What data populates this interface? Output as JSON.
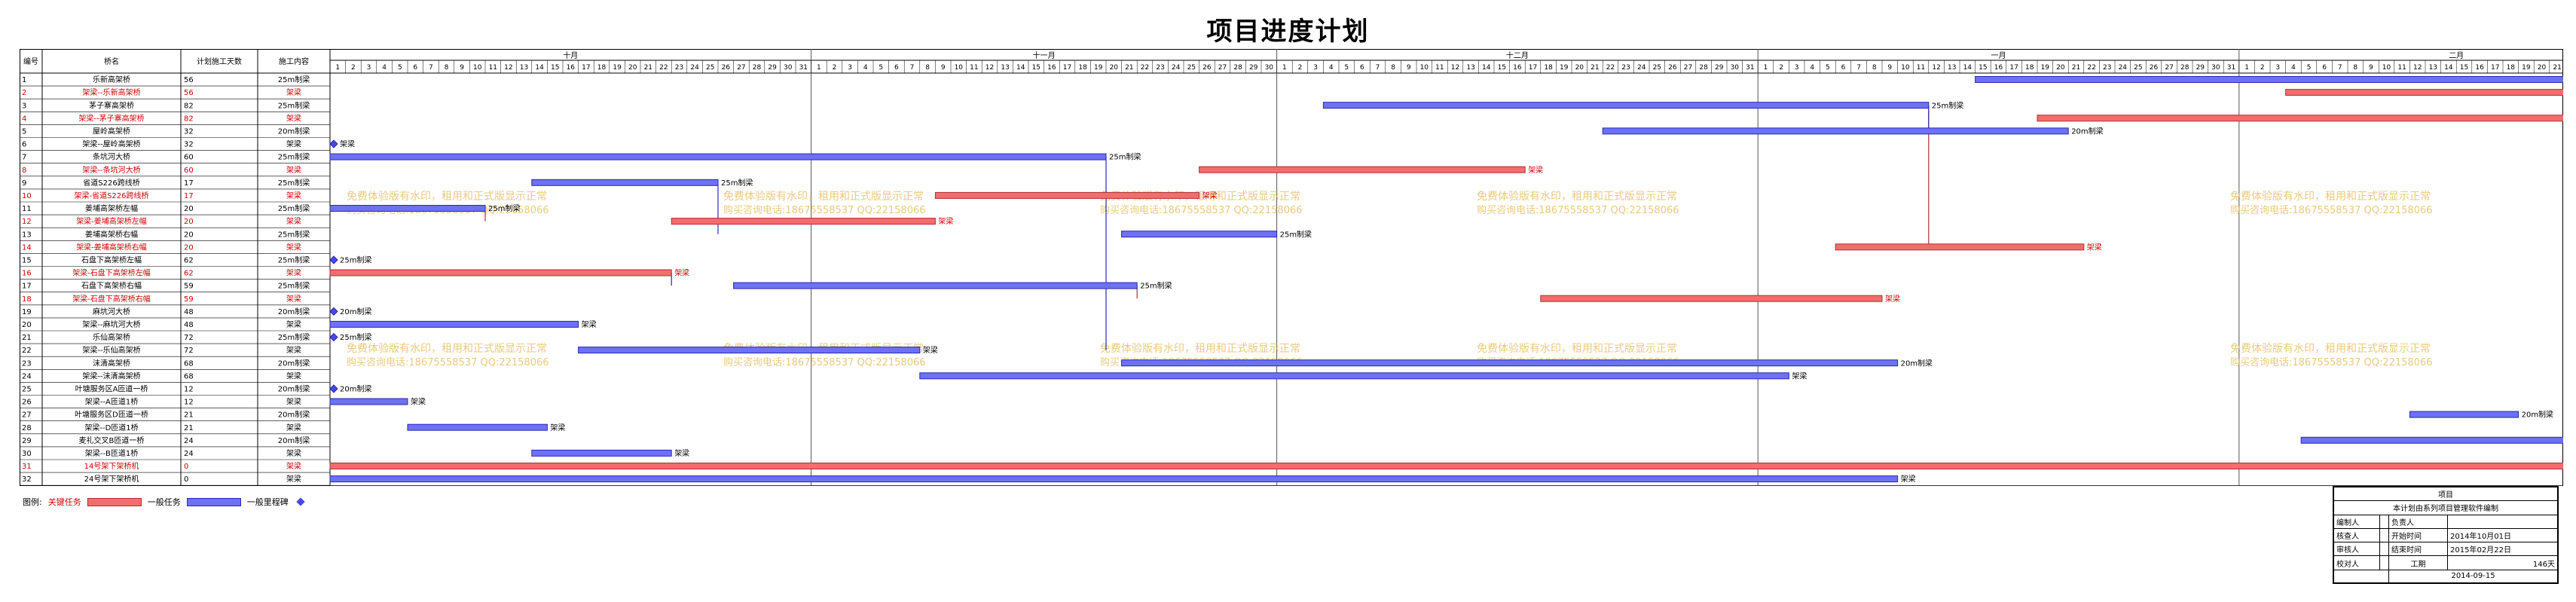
{
  "title": "项目进度计划",
  "headers": {
    "num": "编号",
    "name": "桥名",
    "days": "计划施工天数",
    "content": "施工内容"
  },
  "months": [
    {
      "label": "十月",
      "days": 31
    },
    {
      "label": "十一月",
      "days": 30
    },
    {
      "label": "十二月",
      "days": 31
    },
    {
      "label": "一月",
      "days": 31
    },
    {
      "label": "二月",
      "days": 28
    }
  ],
  "watermark": [
    "免费体验版有水印，租用和正式版显示正常",
    "购买咨询电话:18675558537 QQ:22158066"
  ],
  "tasks": [
    {
      "num": "1",
      "name": "乐新高架桥",
      "days": "56",
      "content": "25m制梁",
      "critical": false,
      "start": 106,
      "end": 161,
      "label": "25m制梁"
    },
    {
      "num": "2",
      "name": "架梁--乐新高架桥",
      "days": "56",
      "content": "架梁",
      "critical": true,
      "start": 126,
      "end": 146,
      "label": "架梁"
    },
    {
      "num": "3",
      "name": "茅子寨高架桥",
      "days": "82",
      "content": "25m制梁",
      "critical": false,
      "start": 64,
      "end": 103,
      "label": "25m制梁"
    },
    {
      "num": "4",
      "name": "架梁--茅子寨高架桥",
      "days": "82",
      "content": "架梁",
      "critical": true,
      "start": 110,
      "end": 144,
      "label": "架梁"
    },
    {
      "num": "5",
      "name": "屋岭高架桥",
      "days": "32",
      "content": "20m制梁",
      "critical": false,
      "start": 82,
      "end": 112,
      "label": "20m制梁"
    },
    {
      "num": "6",
      "name": "架梁--屋岭高架桥",
      "days": "32",
      "content": "架梁",
      "critical": false,
      "start": 0,
      "end": 0,
      "label": "架梁"
    },
    {
      "num": "7",
      "name": "条坑河大桥",
      "days": "60",
      "content": "25m制梁",
      "critical": false,
      "start": 0,
      "end": 50,
      "label": "25m制梁"
    },
    {
      "num": "8",
      "name": "架梁--条坑河大桥",
      "days": "60",
      "content": "架梁",
      "critical": true,
      "start": 56,
      "end": 77,
      "label": "架梁"
    },
    {
      "num": "9",
      "name": "省道S226跨线桥",
      "days": "17",
      "content": "25m制梁",
      "critical": false,
      "start": 13,
      "end": 25,
      "label": "25m制梁"
    },
    {
      "num": "10",
      "name": "架梁-省道S226跨线桥",
      "days": "17",
      "content": "架梁",
      "critical": true,
      "start": 39,
      "end": 56,
      "label": "架梁"
    },
    {
      "num": "11",
      "name": "姜埔高架桥左幅",
      "days": "20",
      "content": "25m制梁",
      "critical": false,
      "start": 0,
      "end": 10,
      "label": "25m制梁"
    },
    {
      "num": "12",
      "name": "架梁-姜埔高架桥左幅",
      "days": "20",
      "content": "架梁",
      "critical": true,
      "start": 22,
      "end": 39,
      "label": "架梁"
    },
    {
      "num": "13",
      "name": "姜埔高架桥右幅",
      "days": "20",
      "content": "25m制梁",
      "critical": false,
      "start": 51,
      "end": 61,
      "label": "25m制梁"
    },
    {
      "num": "14",
      "name": "架梁-姜埔高架桥右幅",
      "days": "20",
      "content": "架梁",
      "critical": true,
      "start": 97,
      "end": 113,
      "label": "架梁"
    },
    {
      "num": "15",
      "name": "石盘下高架桥左幅",
      "days": "62",
      "content": "25m制梁",
      "critical": false,
      "start": 0,
      "end": 0,
      "label": "25m制梁"
    },
    {
      "num": "16",
      "name": "架梁-石盘下高架桥左幅",
      "days": "62",
      "content": "架梁",
      "critical": true,
      "start": 0,
      "end": 22,
      "label": "架梁"
    },
    {
      "num": "17",
      "name": "石盘下高架桥右幅",
      "days": "59",
      "content": "25m制梁",
      "critical": false,
      "start": 26,
      "end": 52,
      "label": "25m制梁"
    },
    {
      "num": "18",
      "name": "架梁-石盘下高架桥右幅",
      "days": "59",
      "content": "架梁",
      "critical": true,
      "start": 78,
      "end": 100,
      "label": "架梁"
    },
    {
      "num": "19",
      "name": "麻坑河大桥",
      "days": "48",
      "content": "20m制梁",
      "critical": false,
      "start": 0,
      "end": 0,
      "label": "20m制梁"
    },
    {
      "num": "20",
      "name": "架梁--麻坑河大桥",
      "days": "48",
      "content": "架梁",
      "critical": false,
      "start": 0,
      "end": 16,
      "label": "架梁"
    },
    {
      "num": "21",
      "name": "乐仙高架桥",
      "days": "72",
      "content": "25m制梁",
      "critical": false,
      "start": 0,
      "end": 0,
      "label": "25m制梁"
    },
    {
      "num": "22",
      "name": "架梁--乐仙高架桥",
      "days": "72",
      "content": "架梁",
      "critical": false,
      "start": 16,
      "end": 38,
      "label": "架梁"
    },
    {
      "num": "23",
      "name": "沫清高架桥",
      "days": "68",
      "content": "20m制梁",
      "critical": false,
      "start": 51,
      "end": 101,
      "label": "20m制梁"
    },
    {
      "num": "24",
      "name": "架梁--沫清高架桥",
      "days": "68",
      "content": "架梁",
      "critical": false,
      "start": 38,
      "end": 94,
      "label": "架梁"
    },
    {
      "num": "25",
      "name": "叶塘服务区A匝道一桥",
      "days": "12",
      "content": "20m制梁",
      "critical": false,
      "start": 0,
      "end": 0,
      "label": "20m制梁"
    },
    {
      "num": "26",
      "name": "架梁--A匝道1桥",
      "days": "12",
      "content": "架梁",
      "critical": false,
      "start": 0,
      "end": 5,
      "label": "架梁"
    },
    {
      "num": "27",
      "name": "叶塘服务区D匝道一桥",
      "days": "21",
      "content": "20m制梁",
      "critical": false,
      "start": 134,
      "end": 141,
      "label": "20m制梁"
    },
    {
      "num": "28",
      "name": "架梁--D匝道1桥",
      "days": "21",
      "content": "架梁",
      "critical": false,
      "start": 5,
      "end": 14,
      "label": "架梁"
    },
    {
      "num": "29",
      "name": "麦礼交叉B匝道一桥",
      "days": "24",
      "content": "20m制梁",
      "critical": false,
      "start": 127,
      "end": 146,
      "label": "20m制梁"
    },
    {
      "num": "30",
      "name": "架梁--B匝道1桥",
      "days": "24",
      "content": "架梁",
      "critical": false,
      "start": 13,
      "end": 22,
      "label": "架梁"
    },
    {
      "num": "31",
      "name": "14号架下架桥机",
      "days": "0",
      "content": "架梁",
      "critical": true,
      "start": 0,
      "end": 182,
      "label": "架梁"
    },
    {
      "num": "32",
      "name": "24号架下架桥机",
      "days": "0",
      "content": "架梁",
      "critical": false,
      "start": 0,
      "end": 101,
      "label": "架梁"
    }
  ],
  "legend": {
    "prefix": "图例:",
    "critical": "关键任务",
    "normal": "一般任务",
    "milestone": "一般里程碑"
  },
  "infobox": {
    "project_label": "项目",
    "project_name": "本计划由系列项目管理软件编制",
    "editor_label": "编制人",
    "owner_label": "负责人",
    "reviewer_label": "核查人",
    "start_label": "开始时间",
    "start_value": "2014年10月01日",
    "approver_label": "审核人",
    "end_label": "结束时间",
    "end_value": "2015年02月22日",
    "duration_label": "工期",
    "duration_value": "146天",
    "checker_label": "校对人",
    "print_date": "2014-09-15"
  },
  "colors": {
    "critical_fill": "#f26d6d",
    "critical_stroke": "#b03030",
    "normal_fill": "#6e70f5",
    "normal_stroke": "#2a2ab0",
    "critical_text": "#d00000",
    "watermark": "#e8c06a"
  }
}
